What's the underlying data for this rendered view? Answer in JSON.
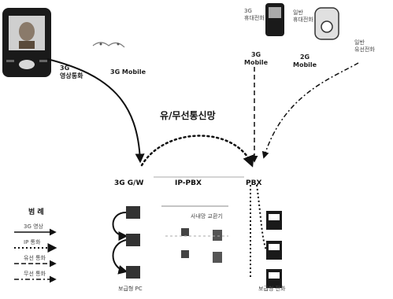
{
  "title": "유/무선통신망",
  "nodes": {
    "gateway": "3G G/W",
    "ippbx": "IP-PBX",
    "pbx": "PBX"
  },
  "mobile": {
    "video_call_3g": "3G\n영상통화",
    "mobile_3g_left": "3G Mobile",
    "mobile_3g_right": "3G\nMobile",
    "mobile_2g": "2G\nMobile",
    "phone_3g": "3G\n휴대전화",
    "phone_normal": "일반\n휴대전화",
    "phone_wired": "일반\n유선전화"
  },
  "bottom": {
    "pc_label": "보급형 PC",
    "phone_label": "보급형 전화",
    "middle_label": "사내망 교환기"
  },
  "legend": {
    "title": "범 례",
    "items": [
      "3G 영상",
      "IP 통화",
      "유선 통화",
      "무선 통화"
    ]
  },
  "colors": {
    "line": "#111111",
    "device": "#1a1a1a",
    "bg": "#ffffff"
  }
}
